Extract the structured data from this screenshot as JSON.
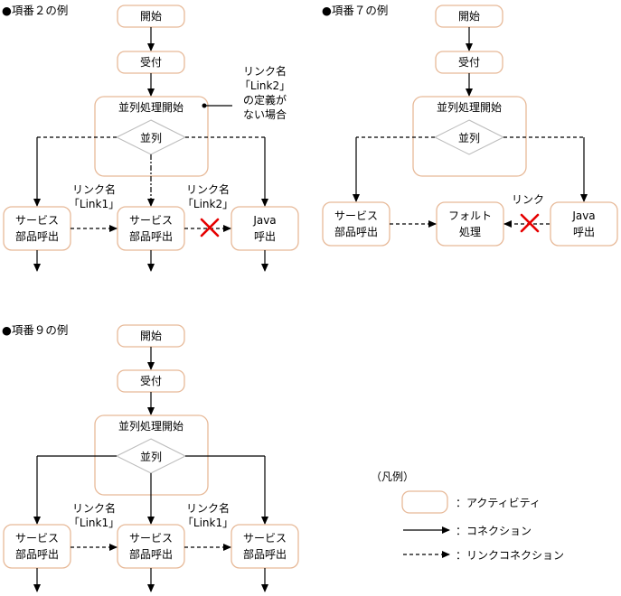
{
  "example2": {
    "title": "●項番２の例",
    "start": "開始",
    "accept": "受付",
    "parallel_start": "並列処理開始",
    "parallel": "並列",
    "note": [
      "リンク名",
      "「Link2」",
      "の定義が",
      "ない場合"
    ],
    "link1_label": [
      "リンク名",
      "「Link1」"
    ],
    "link2_label": [
      "リンク名",
      "「Link2」"
    ],
    "svc1": [
      "サービス",
      "部品呼出"
    ],
    "svc2": [
      "サービス",
      "部品呼出"
    ],
    "java": [
      "Java",
      "呼出"
    ]
  },
  "example7": {
    "title": "●項番７の例",
    "start": "開始",
    "accept": "受付",
    "parallel_start": "並列処理開始",
    "parallel": "並列",
    "svc": [
      "サービス",
      "部品呼出"
    ],
    "fault": [
      "フォルト",
      "処理"
    ],
    "link_label": "リンク",
    "java": [
      "Java",
      "呼出"
    ]
  },
  "example9": {
    "title": "●項番９の例",
    "start": "開始",
    "accept": "受付",
    "parallel_start": "並列処理開始",
    "parallel": "並列",
    "link1_label": [
      "リンク名",
      "「Link1」"
    ],
    "link2_label": [
      "リンク名",
      "「Link1」"
    ],
    "svc1": [
      "サービス",
      "部品呼出"
    ],
    "svc2": [
      "サービス",
      "部品呼出"
    ],
    "svc3": [
      "サービス",
      "部品呼出"
    ]
  },
  "legend": {
    "title": "（凡例）",
    "activity": "：アクティビティ",
    "connection": "：コネクション",
    "link_connection": "：リンクコネクション"
  }
}
